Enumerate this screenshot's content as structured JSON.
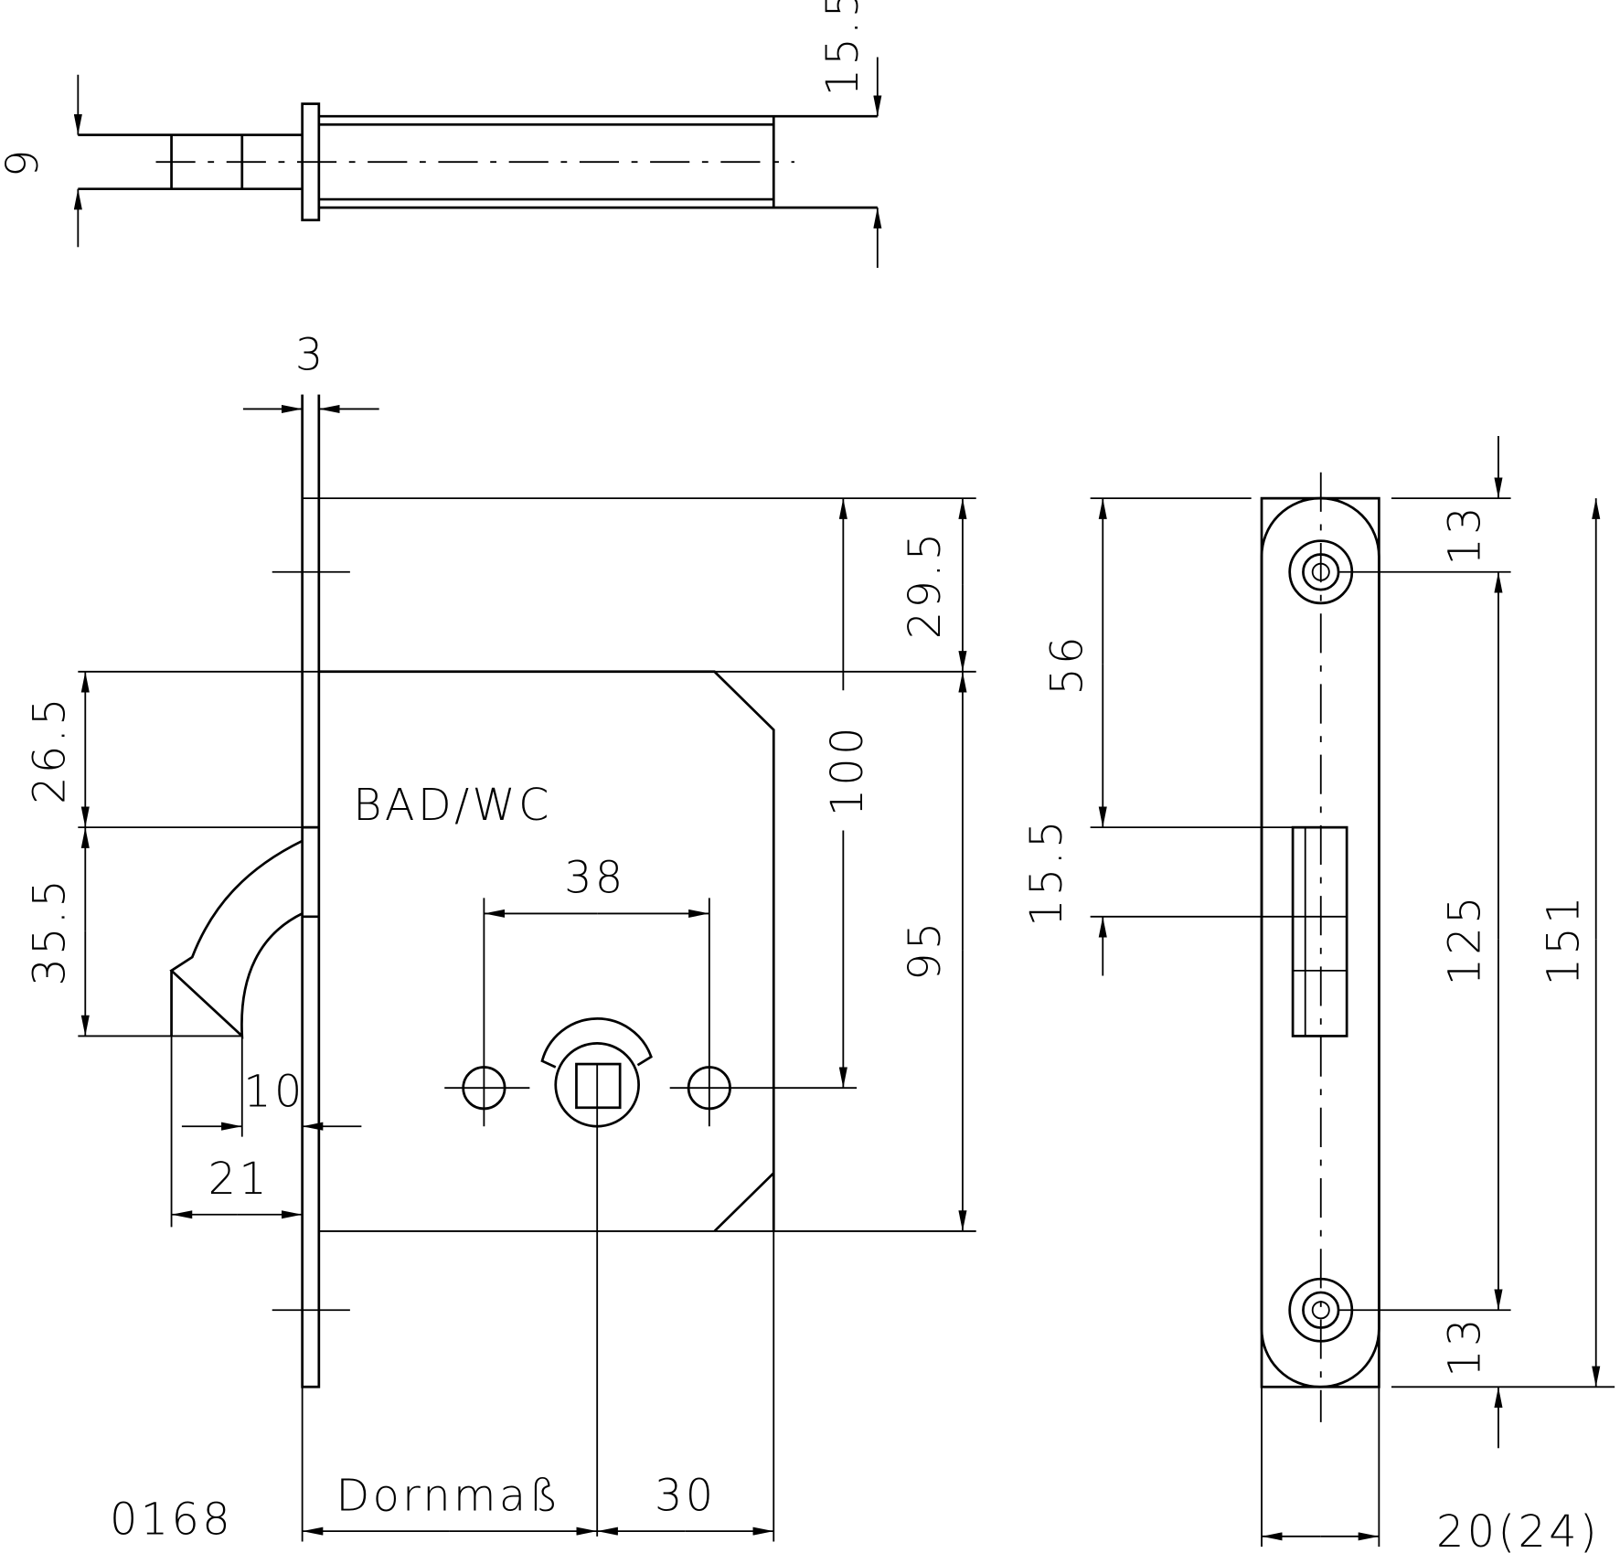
{
  "drawing": {
    "part_number": "0168",
    "function_label": "BAD/WC",
    "backset_label": "Dornmaß"
  },
  "dimensions": {
    "top_view_spindle": "9",
    "top_view_width": "15.5",
    "faceplate_thickness": "3",
    "upper_extension": "29.5",
    "case_height": "95",
    "handle_to_key": "100",
    "latch_top_offset": "26.5",
    "latch_height": "35.5",
    "latch_depth_10": "10",
    "latch_projection": "21",
    "hole_spacing": "38",
    "spindle_to_case_end": "30",
    "side_latch_offset": "56",
    "side_latch_height": "15.5",
    "screw_edge_top": "13",
    "screw_spacing": "125",
    "faceplate_length": "151",
    "screw_edge_bottom": "13",
    "faceplate_width": "20(24)"
  }
}
